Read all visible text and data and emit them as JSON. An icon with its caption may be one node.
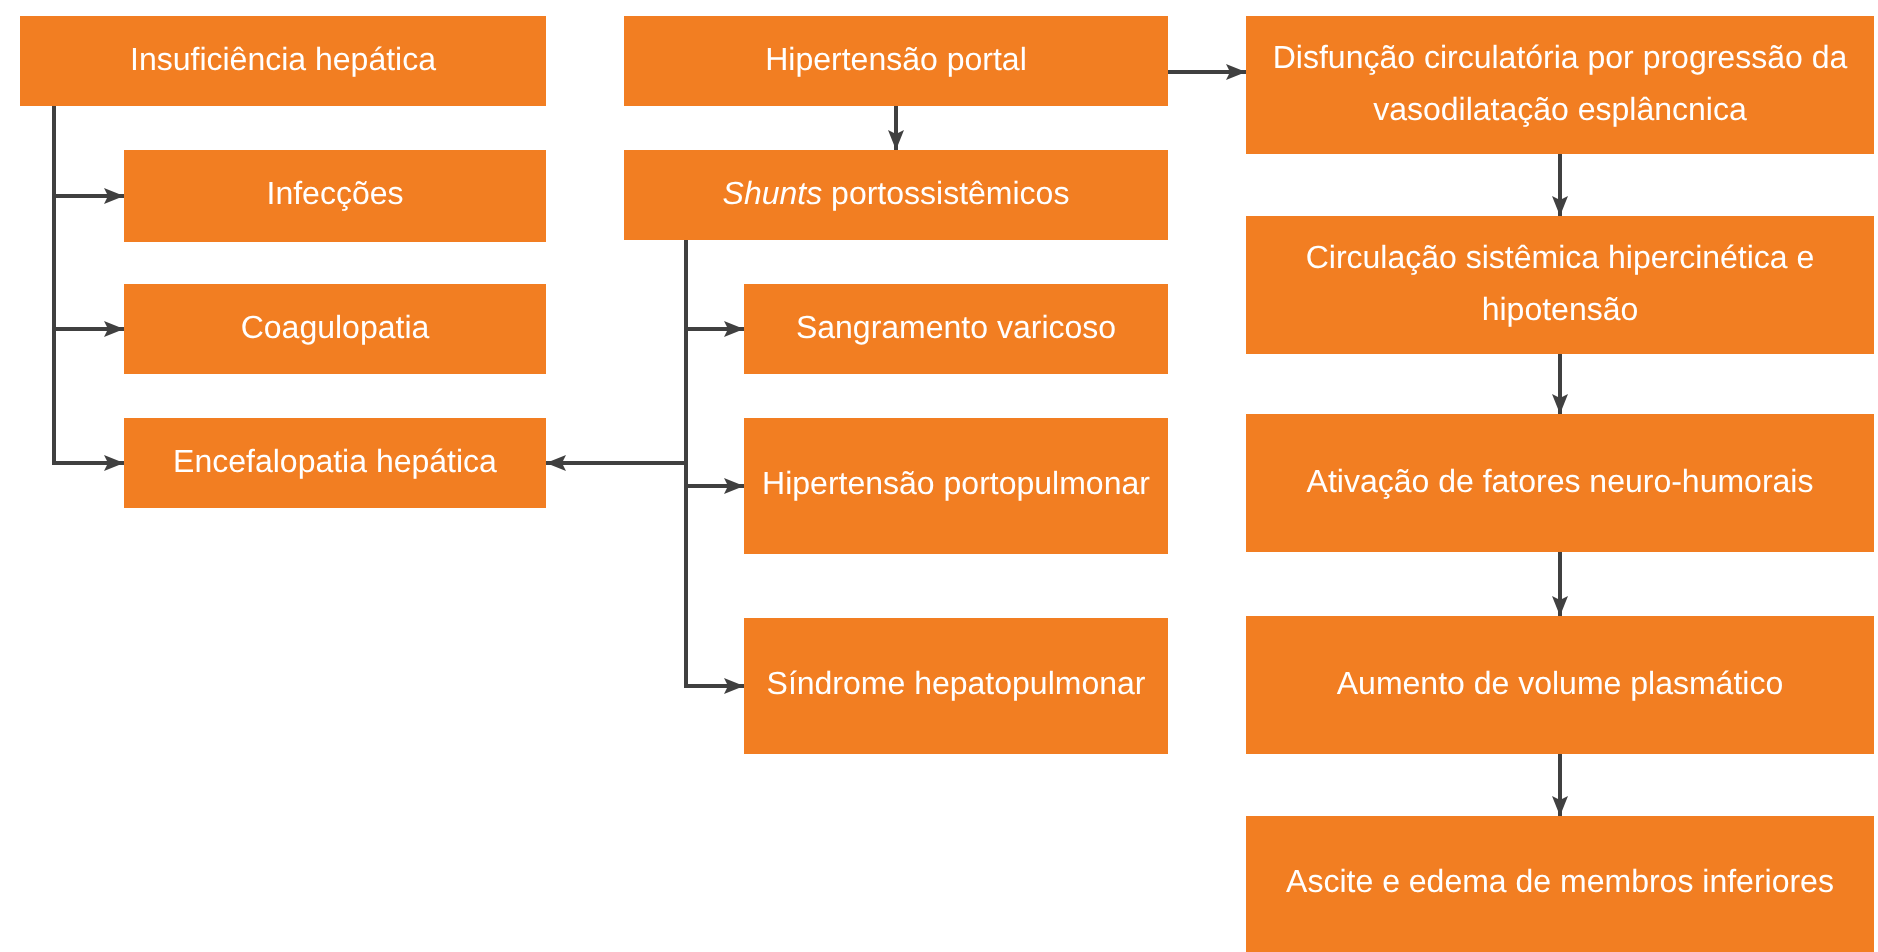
{
  "diagram": {
    "nodes": [
      {
        "text": [
          "Insuficiência hepática"
        ]
      },
      {
        "text": [
          "Infecções"
        ]
      },
      {
        "text": [
          "Coagulopatia"
        ]
      },
      {
        "text": [
          "Encefalopatia hepática"
        ]
      },
      {
        "text": [
          "Hipertensão portal"
        ]
      },
      {
        "text": [
          "*Shunts* portossistêmicos"
        ]
      },
      {
        "text": [
          "Sangramento varicoso"
        ]
      },
      {
        "text": [
          "Hipertensão portopulmonar"
        ]
      },
      {
        "text": [
          "Síndrome hepatopulmonar"
        ]
      },
      {
        "text": [
          "Disfunção circulatória por progressão da vasodilatação esplâncnica"
        ]
      },
      {
        "text": [
          "Circulação sistêmica hipercinética e hipotensão"
        ]
      },
      {
        "text": [
          "Ativação de fatores neuro-humorais"
        ]
      },
      {
        "text": [
          "Aumento de volume plasmático"
        ]
      },
      {
        "text": [
          "Ascite e edema de membros inferiores"
        ]
      }
    ],
    "edges": [
      {
        "from": 0,
        "to": 1,
        "arrow": "to"
      },
      {
        "from": 0,
        "to": 2,
        "arrow": "to"
      },
      {
        "from": 0,
        "to": 3,
        "arrow": "to"
      },
      {
        "from": 4,
        "to": 5,
        "arrow": "to"
      },
      {
        "from": 4,
        "to": 9,
        "arrow": "to"
      },
      {
        "from": 5,
        "to": 6,
        "arrow": "to"
      },
      {
        "from": 5,
        "to": 7,
        "arrow": "to"
      },
      {
        "from": 5,
        "to": 8,
        "arrow": "to"
      },
      {
        "from": 5,
        "to": 3,
        "arrow": "to"
      },
      {
        "from": 9,
        "to": 10,
        "arrow": "to"
      },
      {
        "from": 10,
        "to": 11,
        "arrow": "to"
      },
      {
        "from": 11,
        "to": 12,
        "arrow": "to"
      },
      {
        "from": 12,
        "to": 13,
        "arrow": "to"
      }
    ]
  }
}
